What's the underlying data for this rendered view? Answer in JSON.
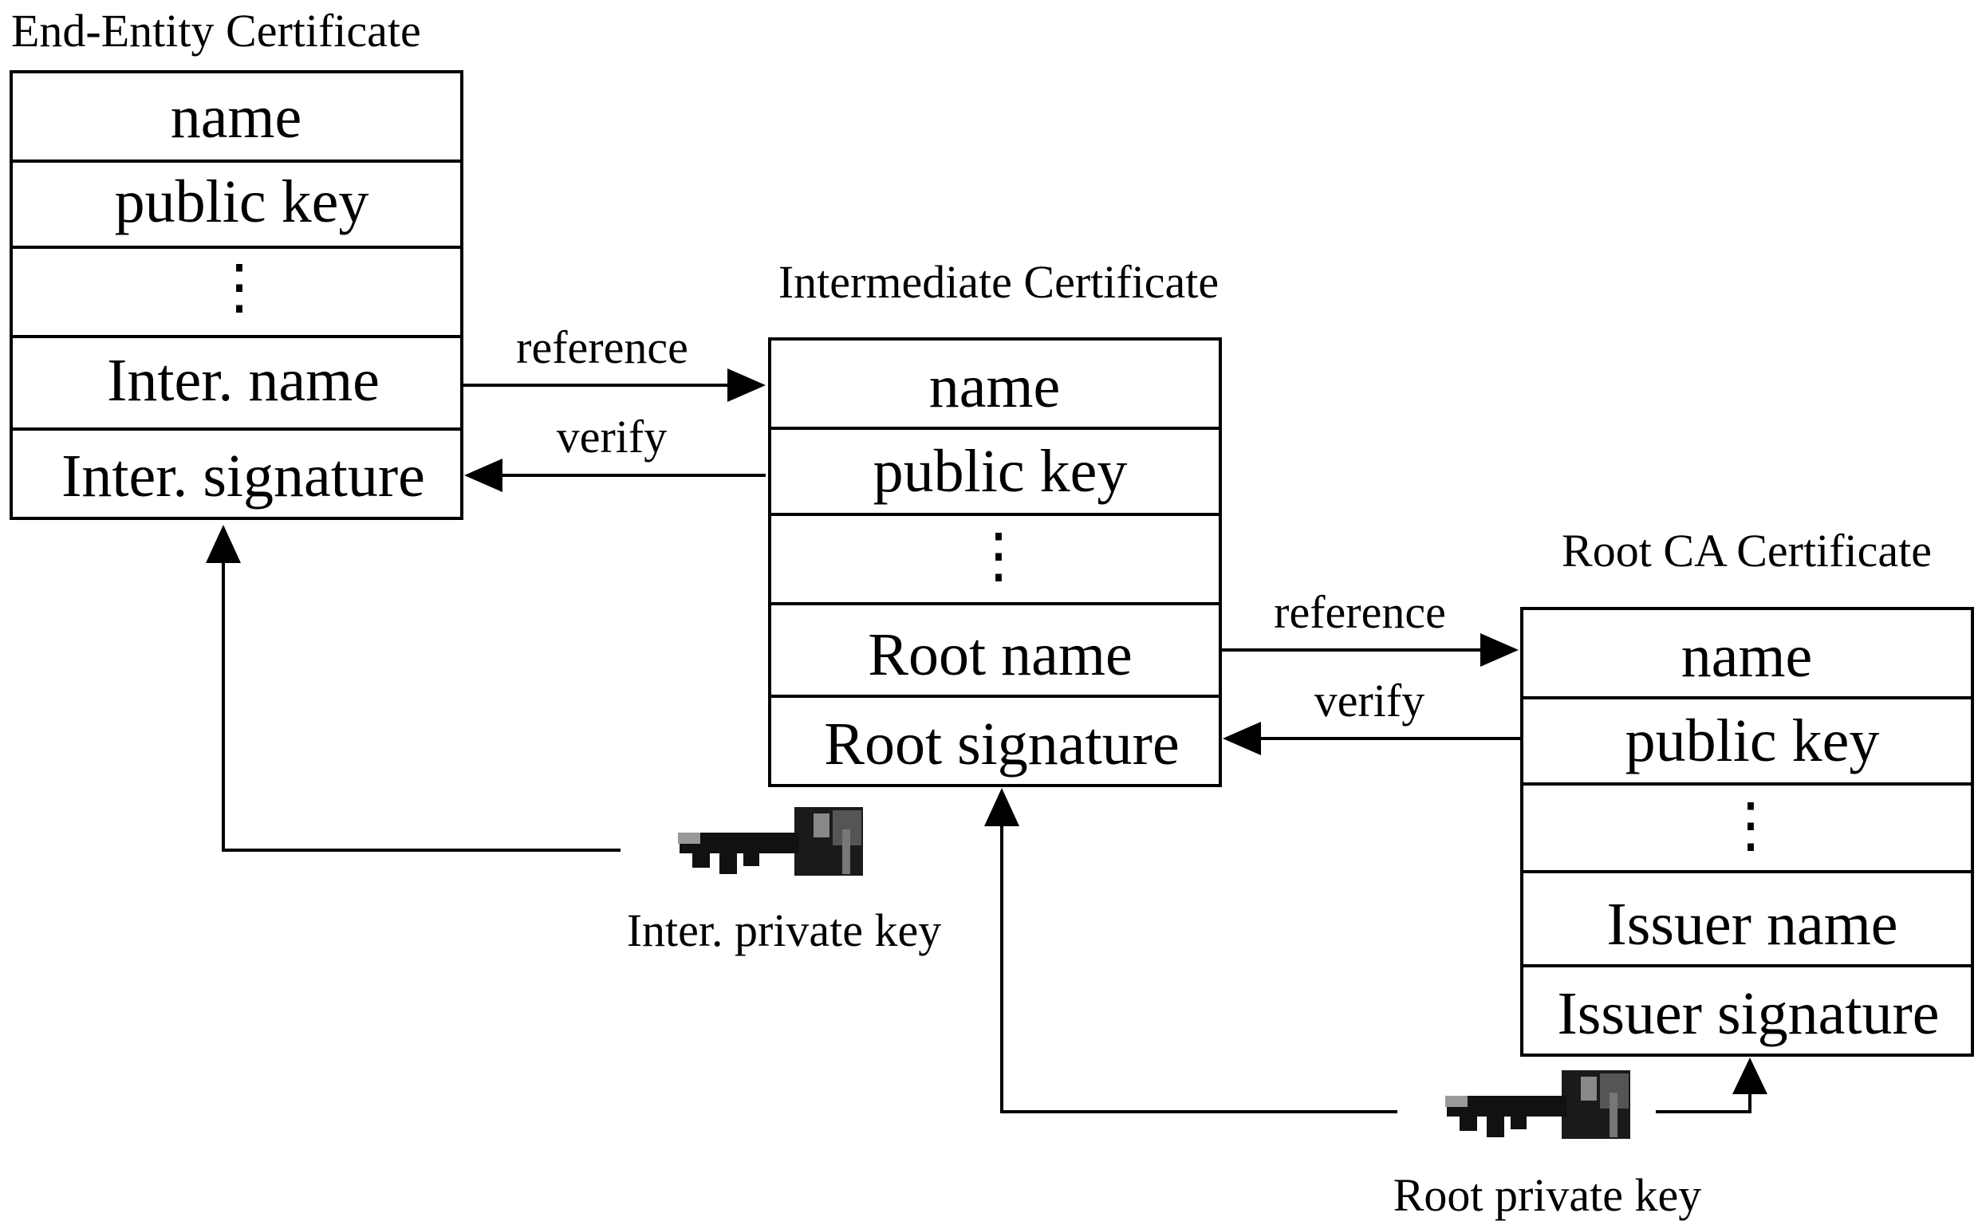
{
  "certificates": {
    "end_entity": {
      "title": "End-Entity Certificate",
      "fields": [
        "name",
        "public key",
        "⋮",
        "Inter. name",
        "Inter. signature"
      ]
    },
    "intermediate": {
      "title": "Intermediate Certificate",
      "fields": [
        "name",
        "public key",
        "⋮",
        "Root name",
        "Root signature"
      ]
    },
    "root": {
      "title": "Root CA Certificate",
      "fields": [
        "name",
        "public key",
        "⋮",
        "Issuer name",
        "Issuer signature"
      ]
    }
  },
  "arrows": {
    "ee_to_inter_reference": "reference",
    "inter_to_ee_verify": "verify",
    "inter_to_root_reference": "reference",
    "root_to_inter_verify": "verify"
  },
  "keys": {
    "inter_private_key": "Inter. private key",
    "root_private_key": "Root private key"
  }
}
